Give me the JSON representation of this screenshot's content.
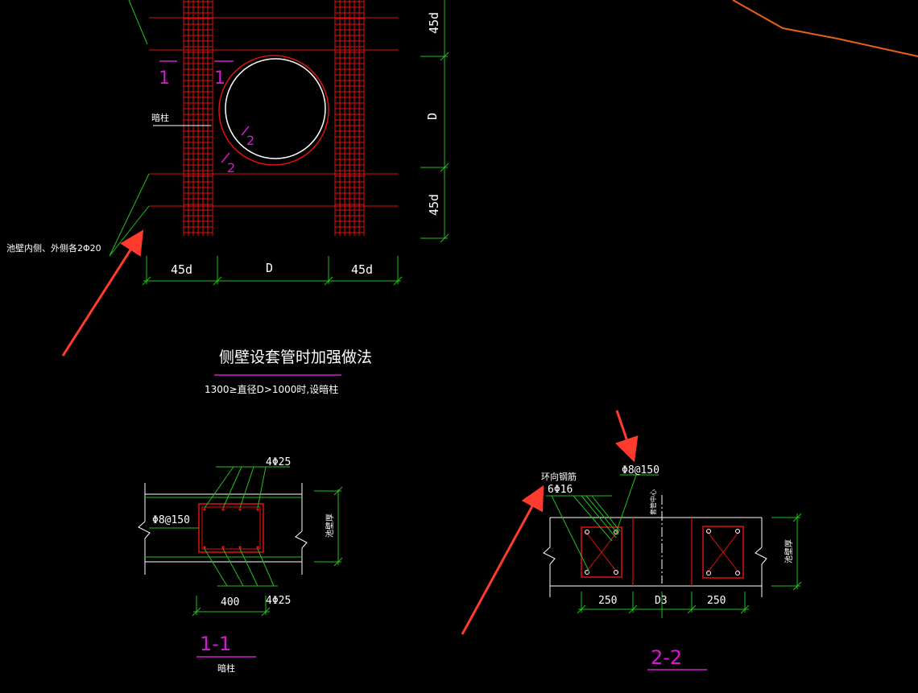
{
  "colors": {
    "red": "#e01010",
    "white": "#ffffff",
    "green": "#21c21a",
    "magenta": "#d21ad2",
    "orange": "#e8601a",
    "arrow": "#ff3b2e"
  },
  "plan": {
    "dim_45d": "45d",
    "dim_D": "D",
    "section_mark_1": "1",
    "section_mark_2": "2",
    "label_hidden_column": "暗柱",
    "label_wall_bars": "池壁内侧、外侧各2Φ20"
  },
  "title": {
    "main": "侧壁设套管时加强做法",
    "note": "1300≥直径D>1000时,设暗柱"
  },
  "section11": {
    "bars_top": "4Φ25",
    "bars_bottom": "4Φ25",
    "stirrup": "Φ8@150",
    "width": "400",
    "wall_thk": "池壁厚",
    "label": "1-1",
    "sublabel": "暗柱"
  },
  "section22": {
    "ring_bars_title": "环向钢筋",
    "ring_bars": "6Φ16",
    "stirrup": "Φ8@150",
    "centerline": "套管中心",
    "dim_left": "250",
    "dim_mid": "D3",
    "dim_right": "250",
    "wall_thk": "池壁厚",
    "label": "2-2"
  }
}
